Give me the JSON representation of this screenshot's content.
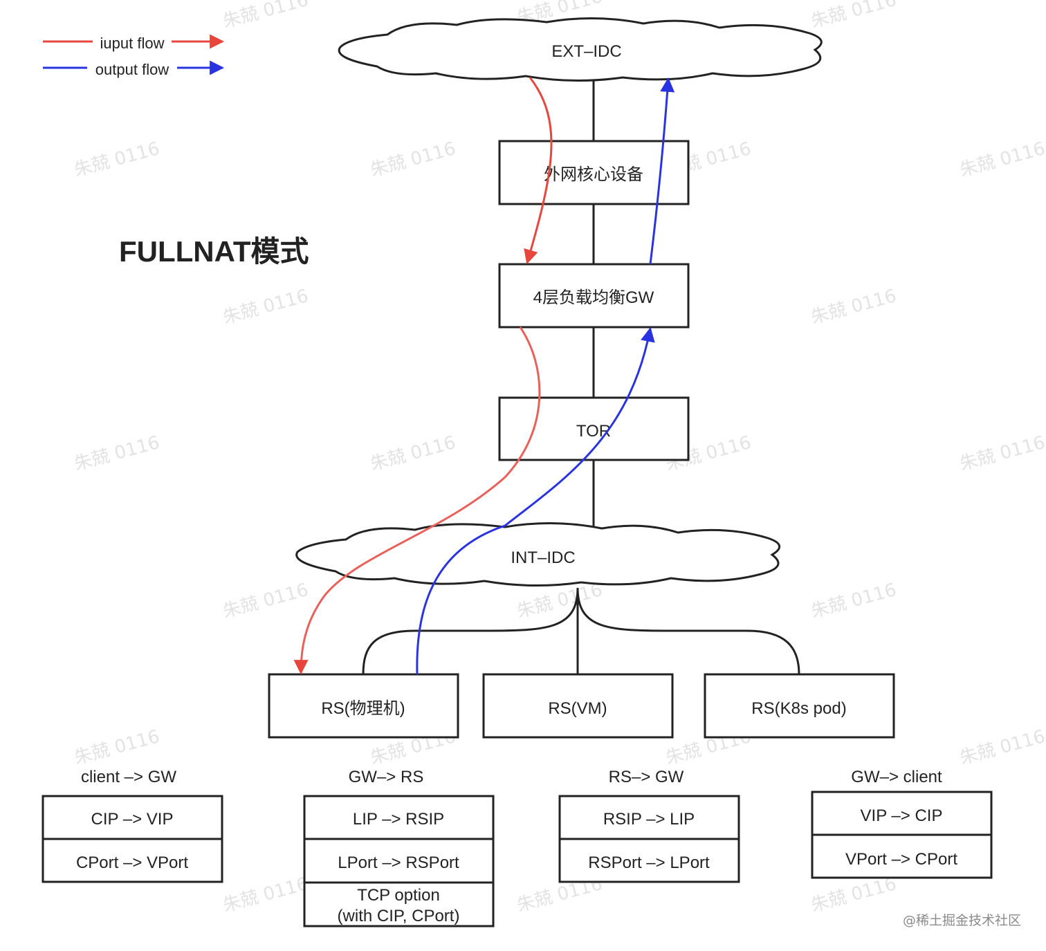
{
  "title": "FULLNAT模式",
  "legend": {
    "input_label": "iuput flow",
    "output_label": "output flow",
    "input_color": "#e8453c",
    "output_color": "#2a33e0"
  },
  "nodes": {
    "ext_idc": "EXT–IDC",
    "core": "外网核心设备",
    "gw": "4层负载均衡GW",
    "tor": "TOR",
    "int_idc": "INT–IDC",
    "rs_physical": "RS(物理机)",
    "rs_vm": "RS(VM)",
    "rs_k8s": "RS(K8s pod)"
  },
  "tables": [
    {
      "title": "client –> GW",
      "rows": [
        "CIP –> VIP",
        "CPort –> VPort"
      ]
    },
    {
      "title": "GW–> RS",
      "rows": [
        "LIP –> RSIP",
        "LPort –> RSPort",
        "TCP option",
        "(with CIP, CPort)"
      ]
    },
    {
      "title": "RS–> GW",
      "rows": [
        "RSIP –> LIP",
        "RSPort –> LPort"
      ]
    },
    {
      "title": "GW–> client",
      "rows": [
        "VIP –> CIP",
        "VPort –> CPort"
      ]
    }
  ],
  "watermark": "朱兢 0116",
  "footer": "@稀土掘金技术社区"
}
